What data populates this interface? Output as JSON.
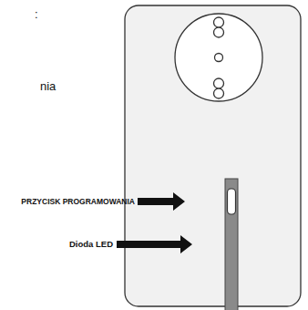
{
  "diagram": {
    "labels": [
      ":",
      "nia",
      "PRZYCISK PROGRAMOWANIA",
      "Dioda LED"
    ]
  }
}
